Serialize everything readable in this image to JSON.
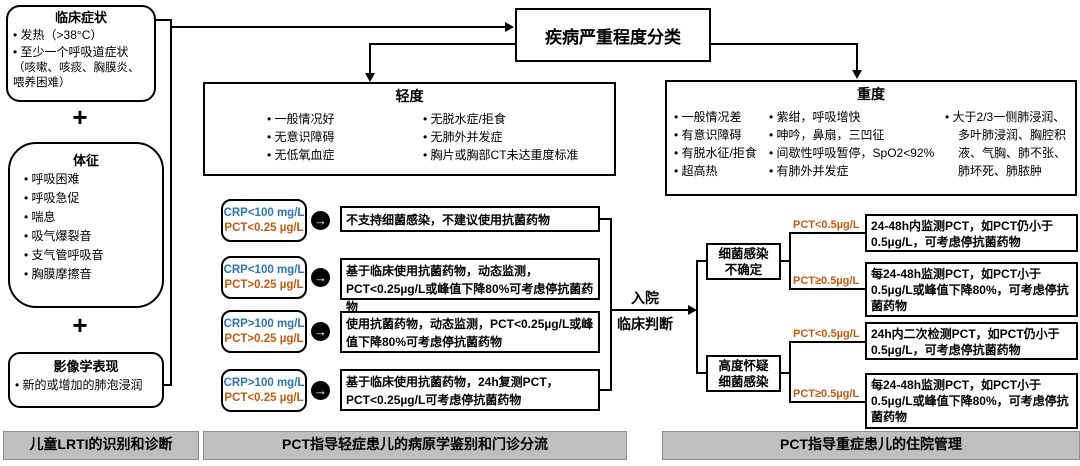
{
  "colors": {
    "crp_blue": "#2e75b6",
    "pct_orange": "#c55a11",
    "footer_bar_bg": "#bfbfbf",
    "line_black": "#000000"
  },
  "icons": {
    "flow_arrow": "→"
  },
  "left_column": {
    "clinical_box": {
      "title": "临床症状",
      "bullets": [
        "发热（>38°C）",
        "至少一个呼吸道症状"
      ],
      "note_line1": "（咳嗽、咳痰、胸膜炎、",
      "note_line2": "喂养困难）"
    },
    "plus1": "+",
    "signs_box": {
      "title": "体征",
      "bullets": [
        "呼吸困难",
        "呼吸急促",
        "喘息",
        "吸气爆裂音",
        "支气管呼吸音",
        "胸膜摩擦音"
      ]
    },
    "plus2": "+",
    "imaging_box": {
      "title": "影像学表现",
      "bullets": [
        "新的或增加的肺泡浸润"
      ]
    },
    "footer": "儿童LRTI的识别和诊断"
  },
  "severity": {
    "title": "疾病严重程度分类",
    "mild": {
      "title": "轻度",
      "col1": [
        "一般情况好",
        "无意识障碍",
        "无低氧血症"
      ],
      "col2": [
        "无脱水症/拒食",
        "无肺外并发症",
        "胸片或胸部CT未达重度标准"
      ]
    },
    "severe": {
      "title": "重度",
      "col1": [
        "一般情况差",
        "有意识障碍",
        "有脱水征/拒食",
        "超高热"
      ],
      "col2": [
        "紫绀，呼吸增快",
        "呻吟，鼻扇，三凹征",
        "间歇性呼吸暂停，SpO2<92%",
        "有肺外并发症"
      ],
      "col3": [
        "大于2/3一侧肺浸润、多叶肺浸润、胸腔积液、气胸、肺不张、肺坏死、肺脓肿"
      ]
    }
  },
  "outpatient": {
    "rows": [
      {
        "crp": "CRP<100 mg/L",
        "pct": "PCT<0.25 µg/L",
        "recommendation": "不支持细菌感染，不建议使用抗菌药物"
      },
      {
        "crp": "CRP<100 mg/L",
        "pct": "PCT>0.25 µg/L",
        "recommendation": "基于临床使用抗菌药物，动态监测，PCT<0.25µg/L或峰值下降80%可考虑停抗菌药物"
      },
      {
        "crp": "CRP>100 mg/L",
        "pct": "PCT>0.25 µg/L",
        "recommendation": "使用抗菌药物，动态监测，PCT<0.25µg/L或峰值下降80%可考虑停抗菌药物"
      },
      {
        "crp": "CRP>100 mg/L",
        "pct": "PCT<0.25 µg/L",
        "recommendation": "基于临床使用抗菌药物，24h复测PCT，PCT<0.25µg/L可考虑停抗菌药物"
      }
    ],
    "footer": "PCT指导轻症患儿的病原学鉴别和门诊分流"
  },
  "inpatient": {
    "admission_top": "入院",
    "admission_bottom": "临床判断",
    "branches": [
      {
        "name_line1": "细菌感染",
        "name_line2": "不确定",
        "options": [
          {
            "pct": "PCT<0.5µg/L",
            "recommendation": "24-48h内监测PCT，如PCT仍小于0.5µg/L，可考虑停抗菌药物"
          },
          {
            "pct": "PCT≥0.5µg/L",
            "recommendation": "每24-48h监测PCT，如PCT小于0.5µg/L或峰值下降80%，可考虑停抗菌药物"
          }
        ]
      },
      {
        "name_line1": "高度怀疑",
        "name_line2": "细菌感染",
        "options": [
          {
            "pct": "PCT<0.5µg/L",
            "recommendation": "24h内二次检测PCT，如PCT仍小于0.5µg/L，可考虑停抗菌药物"
          },
          {
            "pct": "PCT≥0.5µg/L",
            "recommendation": "每24-48h监测PCT，如PCT小于0.5µg/L或峰值下降80%，可考虑停抗菌药物"
          }
        ]
      }
    ],
    "footer": "PCT指导重症患儿的住院管理"
  }
}
